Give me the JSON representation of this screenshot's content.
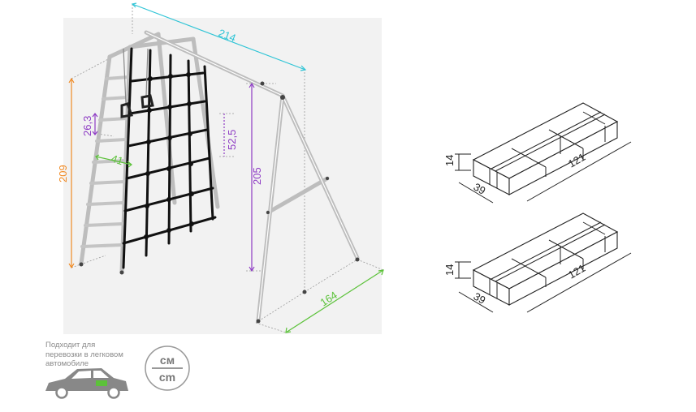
{
  "dimensions": {
    "width": "214",
    "depth": "164",
    "frame_height": "209",
    "swing_height": "205",
    "rung_spacing": "26,3",
    "net_cell": "52,5",
    "ladder_width": "41"
  },
  "packages": [
    {
      "height": "14",
      "width": "39",
      "length": "121"
    },
    {
      "height": "14",
      "width": "39",
      "length": "121"
    }
  ],
  "footer": {
    "note_lines": [
      "Подходит для",
      "перевозки в легковом",
      "автомобиле"
    ],
    "unit_top": "см",
    "unit_bottom": "cm"
  },
  "colors": {
    "width_dim": "#2ec4d6",
    "height_dim": "#f08a24",
    "swing_dim": "#8e3cc4",
    "depth_dim": "#5cc23a",
    "frame": "#bfbfbf",
    "net": "#111111"
  }
}
